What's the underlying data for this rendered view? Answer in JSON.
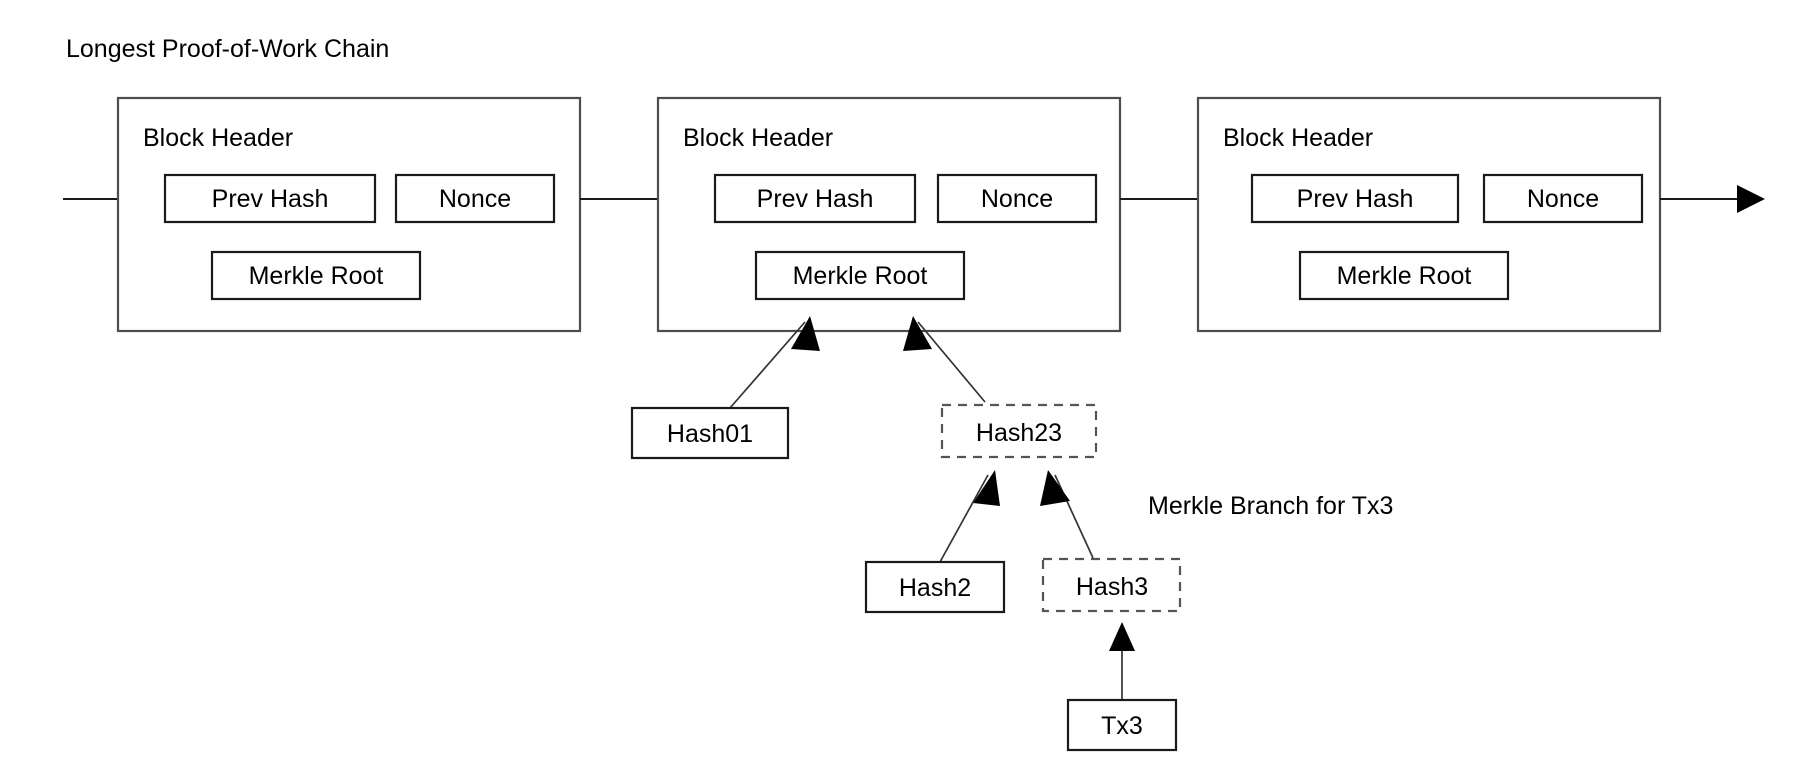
{
  "diagram": {
    "title": "Longest Proof-of-Work Chain",
    "caption": "Merkle Branch for Tx3",
    "colors": {
      "background": "#ffffff",
      "stroke": "#1a1a1a",
      "outer_stroke": "#4d4d4d",
      "dashed_stroke": "#555555",
      "text": "#000000"
    },
    "blocks": [
      {
        "id": "block-1",
        "header_label": "Block Header",
        "fields": {
          "prev_hash": "Prev Hash",
          "nonce": "Nonce",
          "merkle_root": "Merkle Root"
        }
      },
      {
        "id": "block-2",
        "header_label": "Block Header",
        "fields": {
          "prev_hash": "Prev Hash",
          "nonce": "Nonce",
          "merkle_root": "Merkle Root"
        }
      },
      {
        "id": "block-3",
        "header_label": "Block Header",
        "fields": {
          "prev_hash": "Prev Hash",
          "nonce": "Nonce",
          "merkle_root": "Merkle Root"
        }
      }
    ],
    "merkle_nodes": [
      {
        "id": "hash01",
        "label": "Hash01",
        "style": "solid"
      },
      {
        "id": "hash23",
        "label": "Hash23",
        "style": "dashed"
      },
      {
        "id": "hash2",
        "label": "Hash2",
        "style": "solid"
      },
      {
        "id": "hash3",
        "label": "Hash3",
        "style": "dashed"
      },
      {
        "id": "tx3",
        "label": "Tx3",
        "style": "solid"
      }
    ]
  }
}
